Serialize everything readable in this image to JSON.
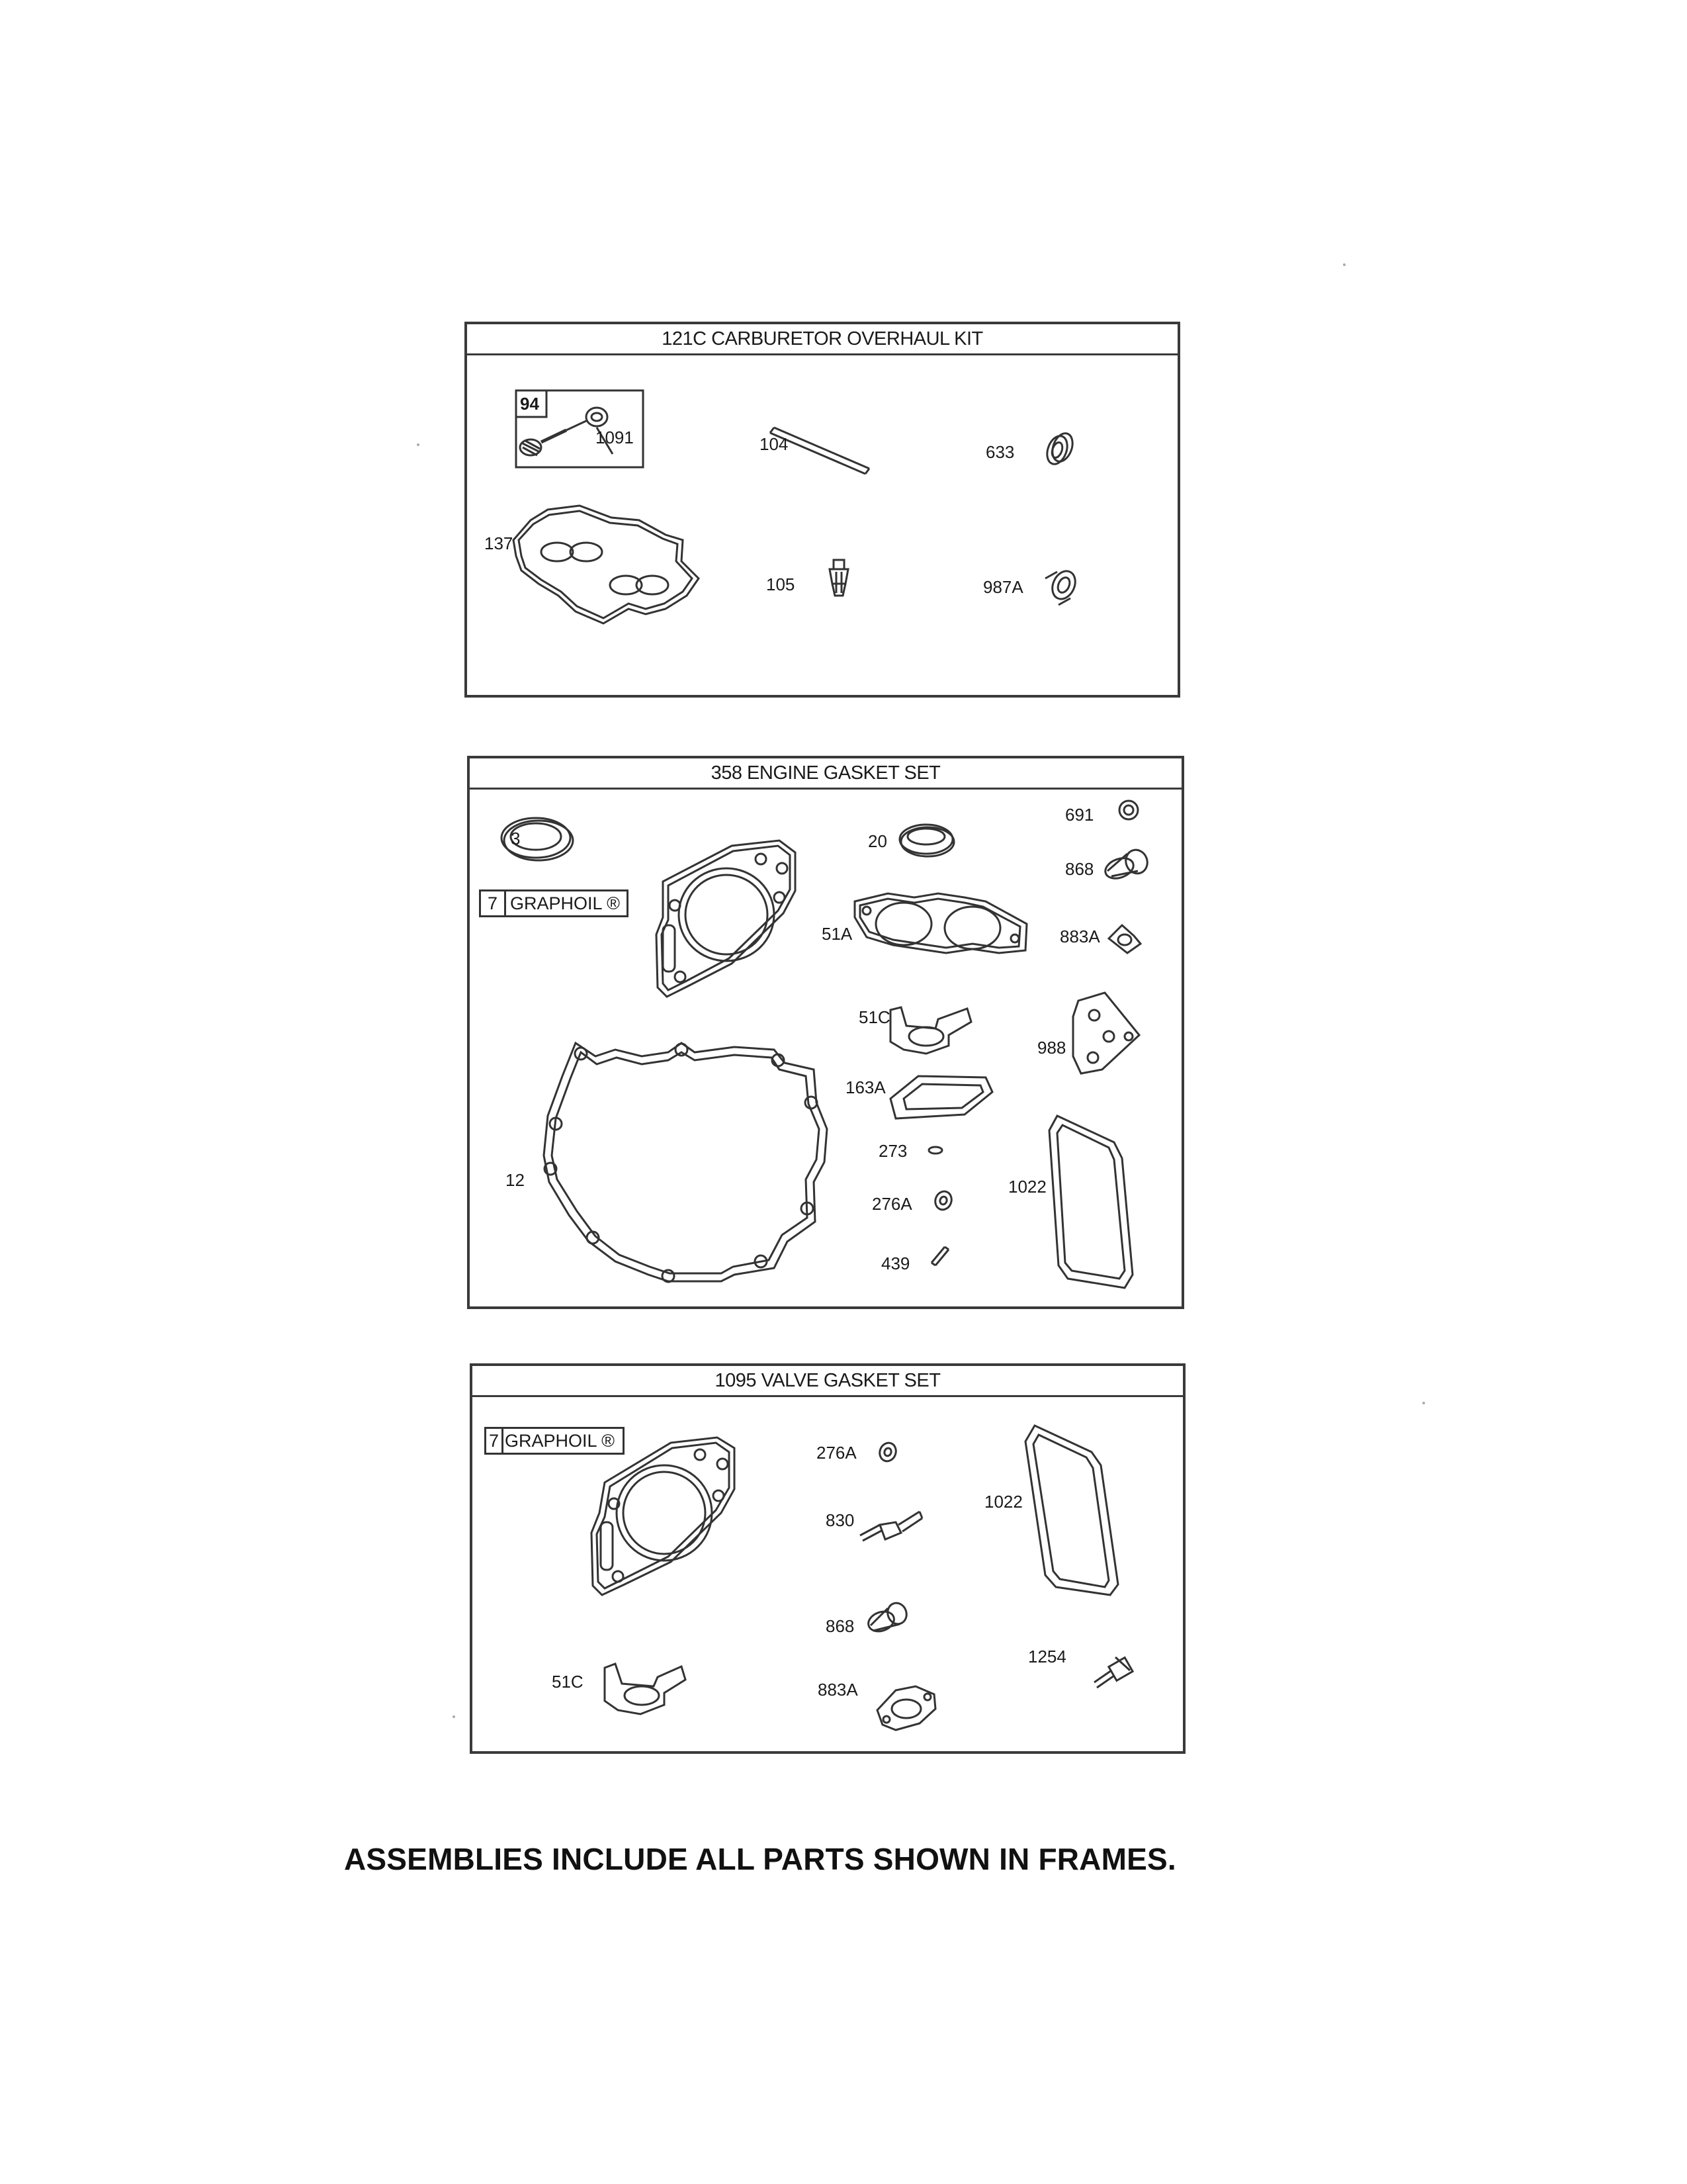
{
  "carburetor_kit": {
    "title": "121C CARBURETOR OVERHAUL KIT",
    "labels": {
      "p94": "94",
      "p1091": "1091",
      "p104": "104",
      "p633": "633",
      "p137": "137",
      "p105": "105",
      "p987a": "987A"
    }
  },
  "engine_gasket_set": {
    "title": "358 ENGINE GASKET SET",
    "graphoil": {
      "number": "7",
      "text": "GRAPHOIL ®"
    },
    "labels": {
      "p3": "3",
      "p20": "20",
      "p691": "691",
      "p868": "868",
      "p51a": "51A",
      "p883a": "883A",
      "p51c": "51C",
      "p988": "988",
      "p163a": "163A",
      "p273": "273",
      "p12": "12",
      "p276a": "276A",
      "p1022": "1022",
      "p439": "439"
    }
  },
  "valve_gasket_set": {
    "title": "1095 VALVE GASKET SET",
    "graphoil": {
      "number": "7",
      "text": "GRAPHOIL ®"
    },
    "labels": {
      "p276a": "276A",
      "p830": "830",
      "p1022": "1022",
      "p868": "868",
      "p1254": "1254",
      "p51c": "51C",
      "p883a": "883A"
    }
  },
  "footer_note": "ASSEMBLIES INCLUDE ALL PARTS SHOWN IN FRAMES."
}
